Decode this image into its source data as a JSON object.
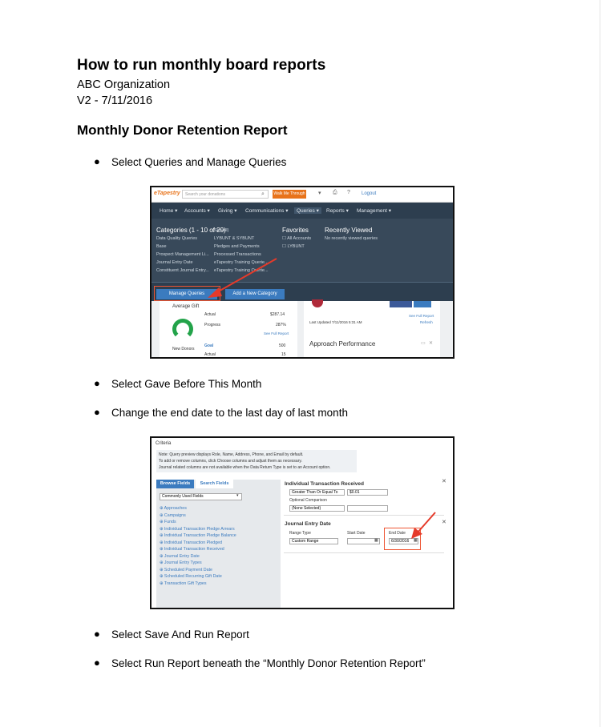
{
  "doc": {
    "title": "How to run monthly board reports",
    "org": "ABC Organization",
    "version": "V2 - 7/11/2016",
    "section": "Monthly Donor Retention Report",
    "bullets": [
      "Select Queries and Manage Queries",
      "Select Gave Before This Month",
      "Change the end date to the last day of last month",
      "Select Save And Run Report",
      "Select Run Report beneath the “Monthly Donor Retention Report”"
    ],
    "bullet_symbol": "●"
  },
  "shot1": {
    "logo": "eTapestry",
    "search_placeholder": "Search your donations",
    "walk_button": "Walk Me Through",
    "logout": "Logout",
    "nav": [
      "Home ▾",
      "Accounts ▾",
      "Giving ▾",
      "Communications ▾",
      "Queries ▾",
      "Reports ▾",
      "Management ▾"
    ],
    "categories_title": "Categories (1 - 10 of 29)",
    "see_all": "(See all)",
    "col1": [
      "Data Quality Queries",
      "Base",
      "Prospect Management Li...",
      "Journal Entry Date",
      "Constituent Journal Entry..."
    ],
    "col2": [
      "LYBUNT & SYBUNT",
      "Pledges and Payments",
      "Processed Transactions",
      "eTapestry Training Querie...",
      "eTapestry Training Querie..."
    ],
    "favorites_title": "Favorites",
    "favorites": [
      "All Accounts",
      "LYBUNT"
    ],
    "recent_title": "Recently Viewed",
    "recent_empty": "No recently viewed queries",
    "manage_queries": "Manage Queries",
    "add_category": "Add a New Category",
    "average_gift": "Average Gift",
    "actual_label": "Actual",
    "actual_value": "$287.14",
    "progress_label": "Progress",
    "progress_value": "287%",
    "see_full_report": "See Full Report",
    "new_donors": "New Donors",
    "goal_label": "Goal",
    "goal_value": "500",
    "actual2_label": "Actual",
    "actual2_value": "15",
    "last_updated": "Last Updated 7/11/2016 5:31 AM",
    "see_full_report2": "See Full Report",
    "refresh": "Refresh",
    "approach_title": "Approach Performance"
  },
  "shot2": {
    "criteria": "Criteria",
    "note1": "Note: Query preview displays Role, Name, Address, Phone, and Email by default.",
    "note2": "To add or remove columns, click Choose columns and adjust them as necessary.",
    "note3": "Journal related columns are not available when the Data Return Type is set to an Account option.",
    "tab_browse": "Browse Fields",
    "tab_search": "Search Fields",
    "select_value": "Commonly Used Fields",
    "fields": [
      "Approaches",
      "Campaigns",
      "Funds",
      "Individual Transaction Pledge Arrears",
      "Individual Transaction Pledge Balance",
      "Individual Transaction Pledged",
      "Individual Transaction Received",
      "Journal Entry Date",
      "Journal Entry Types",
      "Scheduled Payment Date",
      "Scheduled Recurring Gift Date",
      "Transaction Gift Types"
    ],
    "itr_title": "Individual Transaction Received",
    "itr_operator": "Greater Than Or Equal To",
    "itr_value": "$0.01",
    "optional_comparison": "Optional Comparison",
    "none_selected": "(None Selected)",
    "jed_title": "Journal Entry Date",
    "range_type": "Range Type",
    "range_value": "Custom Range",
    "start_date": "Start Date",
    "end_date": "End Date",
    "end_value": "6/30/2016"
  }
}
